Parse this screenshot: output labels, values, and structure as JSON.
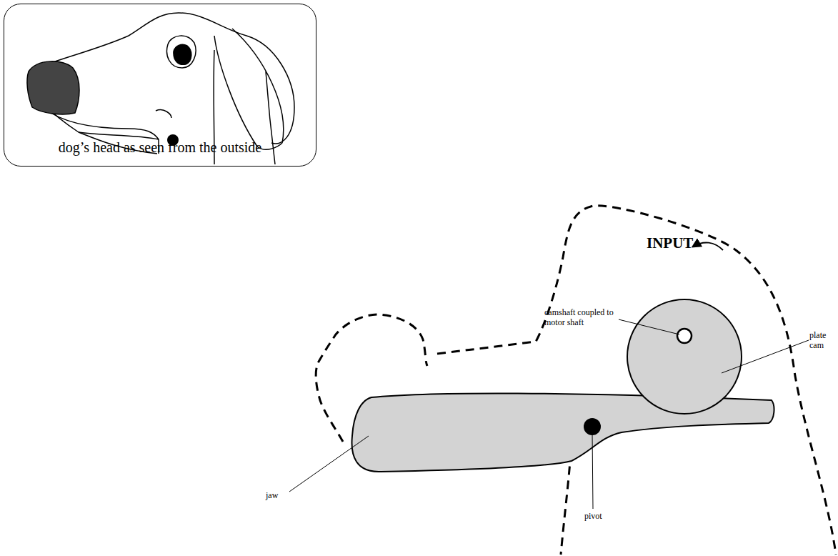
{
  "diagram": {
    "nodes": [
      {
        "text": [
          "dog’s head as seen from the outside"
        ]
      }
    ],
    "labels": [
      "camshaft coupled to motor shaft",
      "INPUT",
      "plate cam",
      "jaw",
      "pivot"
    ]
  }
}
